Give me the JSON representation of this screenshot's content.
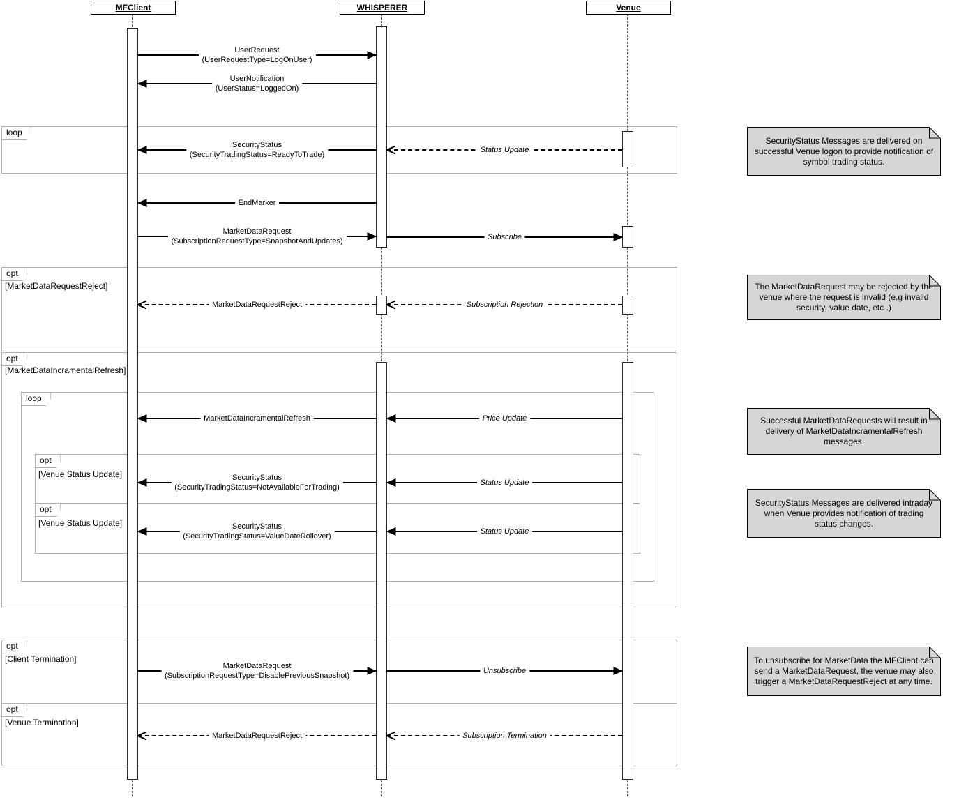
{
  "colors": {
    "note_bg": "#d6d6d6",
    "frame_border": "#b0b0b0",
    "line": "#000000"
  },
  "actors": {
    "mfclient": {
      "label": "MFClient"
    },
    "whisperer": {
      "label": "WHISPERER"
    },
    "venue": {
      "label": "Venue"
    }
  },
  "fragments": {
    "loop_top": {
      "operator": "loop",
      "guard": ""
    },
    "opt_mdrr": {
      "operator": "opt",
      "guard": "[MarketDataRequestReject]"
    },
    "opt_mdir": {
      "operator": "opt",
      "guard": "[MarketDataIncramentalRefresh]"
    },
    "loop_inner": {
      "operator": "loop",
      "guard": ""
    },
    "opt_vsu1": {
      "operator": "opt",
      "guard": "[Venue Status Update]"
    },
    "opt_vsu2": {
      "operator": "opt",
      "guard": "[Venue Status Update]"
    },
    "opt_client": {
      "operator": "opt",
      "guard": "[Client Termination]"
    },
    "opt_venue": {
      "operator": "opt",
      "guard": "[Venue Termination]"
    }
  },
  "messages": {
    "user_request": {
      "line1": "UserRequest",
      "line2": "(UserRequestType=LogOnUser)"
    },
    "user_notification": {
      "line1": "UserNotification",
      "line2": "(UserStatus=LoggedOn)"
    },
    "security_status_ready": {
      "line1": "SecurityStatus",
      "line2": "(SecurityTradingStatus=ReadyToTrade)"
    },
    "status_update_1": {
      "label": "Status Update"
    },
    "end_marker": {
      "label": "EndMarker"
    },
    "mdr_snapshot": {
      "line1": "MarketDataRequest",
      "line2": "(SubscriptionRequestType=SnapshotAndUpdates)"
    },
    "subscribe": {
      "label": "Subscribe"
    },
    "mdr_reject_1": {
      "label": "MarketDataRequestReject"
    },
    "subscription_rejection": {
      "label": "Subscription Rejection"
    },
    "md_incremental": {
      "label": "MarketDataIncramentalRefresh"
    },
    "price_update": {
      "label": "Price Update"
    },
    "security_status_na": {
      "line1": "SecurityStatus",
      "line2": "(SecurityTradingStatus=NotAvailableForTrading)"
    },
    "status_update_2": {
      "label": "Status Update"
    },
    "security_status_vdr": {
      "line1": "SecurityStatus",
      "line2": "(SecurityTradingStatus=ValueDateRollover)"
    },
    "status_update_3": {
      "label": "Status Update"
    },
    "mdr_disable": {
      "line1": "MarketDataRequest",
      "line2": "(SubscriptionRequestType=DisablePreviousSnapshot)"
    },
    "unsubscribe": {
      "label": "Unsubscribe"
    },
    "mdr_reject_2": {
      "label": "MarketDataRequestReject"
    },
    "subscription_termination": {
      "label": "Subscription Termination"
    }
  },
  "notes": {
    "logon_status": {
      "text": "SecurityStatus Messages are delivered on successful Venue logon to provide notification of symbol trading status."
    },
    "reject_reason": {
      "text": "The MarketDataRequest may be rejected by the venue where the request is invalid (e.g invalid security, value date, etc..)"
    },
    "refresh_result": {
      "text": "Successful MarketDataRequests will result in delivery of MarketDataIncramentalRefresh messages."
    },
    "intraday": {
      "text": "SecurityStatus Messages are delivered intraday when Venue provides notification of trading status changes."
    },
    "unsubscribe": {
      "text": "To unsubscribe for MarketData the MFClient can send a MarketDataRequest, the venue may also trigger a MarketDataRequestReject at any time."
    }
  }
}
